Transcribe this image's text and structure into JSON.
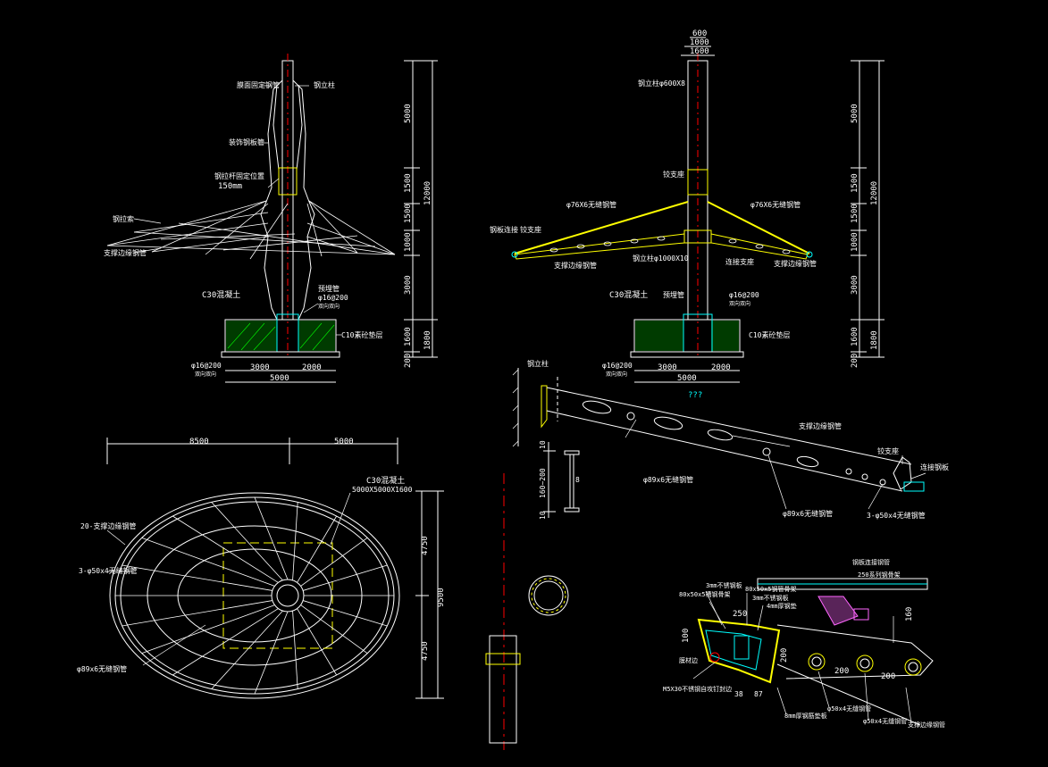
{
  "colors": {
    "background": "#000000",
    "line": "#ffffff",
    "yellow": "#ffff00",
    "cyan": "#00ffff",
    "green": "#00ff00",
    "red": "#ff0000",
    "magenta": "#ff66ff"
  },
  "elevation_left": {
    "labels": {
      "membrane": "膜面固定钢管",
      "column": "钢立柱",
      "cladding": "装饰钢板管",
      "ring_pos": "钢拉杆固定位置",
      "ring_size": "150mm",
      "cable": "钢拉索",
      "outer_edge": "支撑边缘钢管",
      "concrete": "C30混凝土",
      "anchor_a": "φ16@200",
      "anchor_b": "双向双向",
      "embed": "预埋管",
      "bedding": "C10素砼垫层",
      "rebar_a": "φ16@200",
      "rebar_b": "双向双向"
    },
    "dims_vertical": [
      "5000",
      "1500",
      "1500",
      "1000",
      "3000",
      "1600",
      "200"
    ],
    "dim_total": "12000",
    "dim_base": "1800",
    "dims_horizontal": [
      "3000",
      "2000"
    ],
    "dim_h_total": "5000"
  },
  "elevation_right": {
    "top_dims": [
      "600",
      "1000",
      "1600"
    ],
    "labels": {
      "column": "钢立柱φ600X8",
      "hinge_top": "铰支座",
      "pipe_left": "φ76X6无缝钢管",
      "pipe_right": "φ76X6无缝钢管",
      "hinge_left": "铰支座",
      "node": "钢板连接",
      "edge_left": "支撑边缘钢管",
      "ring": "钢立柱φ1000X10",
      "connect": "连接支座",
      "edge_right": "支撑边缘钢管",
      "concrete": "C30混凝土",
      "embed": "预埋管",
      "anchor_a": "φ16@200",
      "anchor_b": "双向双向",
      "bedding": "C10素砼垫层",
      "rebar_a": "φ16@200",
      "rebar_b": "双向双向"
    },
    "dims_vertical": [
      "5000",
      "1500",
      "1500",
      "1000",
      "3000",
      "1600",
      "200"
    ],
    "dim_total": "12000",
    "dim_base": "1800",
    "dims_horizontal": [
      "3000",
      "2000"
    ],
    "dim_h_total": "5000"
  },
  "plan": {
    "dims_top": [
      "8500",
      "5000"
    ],
    "dims_right": [
      "4750",
      "4750"
    ],
    "dim_right_total": "9500",
    "foundation_a": "C30混凝土",
    "foundation_b": "5000X5000X1600",
    "label_1": "20-支撑边缘钢管",
    "label_2": "3-φ50x4无缝钢管",
    "label_3": "φ89x6无缝钢管"
  },
  "arm_detail": {
    "label_column": "钢立柱",
    "mark": "???",
    "label_edge": "支撑边缘钢管",
    "label_pipe": "φ89x6无缝钢管",
    "label_pipe_2": "φ89x6无缝钢管",
    "label_hinge": "铰支座",
    "label_plate": "连接钢板",
    "label_bars": "3-φ50x4无缝钢管",
    "section_dims": [
      "10",
      "160~200",
      "10"
    ],
    "section_mark": "8"
  },
  "edge_detail": {
    "l1": "3mm不锈钢板",
    "l2": "80x50x5槽钢骨架",
    "l3": "80x50x5钢管骨架",
    "l4": "3mm不锈钢板",
    "l5": "4mm厚钢垫",
    "l6": "钢板连接钢管",
    "l7": "250系列钢骨架",
    "l8": "膜材边",
    "l9": "M5X30不锈钢自攻钉封边",
    "l10": "8mm厚钢筋垫板",
    "l11": "φ50x4无缝钢管",
    "l12": "φ50x4无缝钢管",
    "l13": "支撑边缘钢管",
    "d1": "250",
    "d2": "100",
    "d3": "200",
    "d4": "200",
    "d5": "200",
    "d6": "38",
    "d7": "87",
    "d8": "160"
  }
}
